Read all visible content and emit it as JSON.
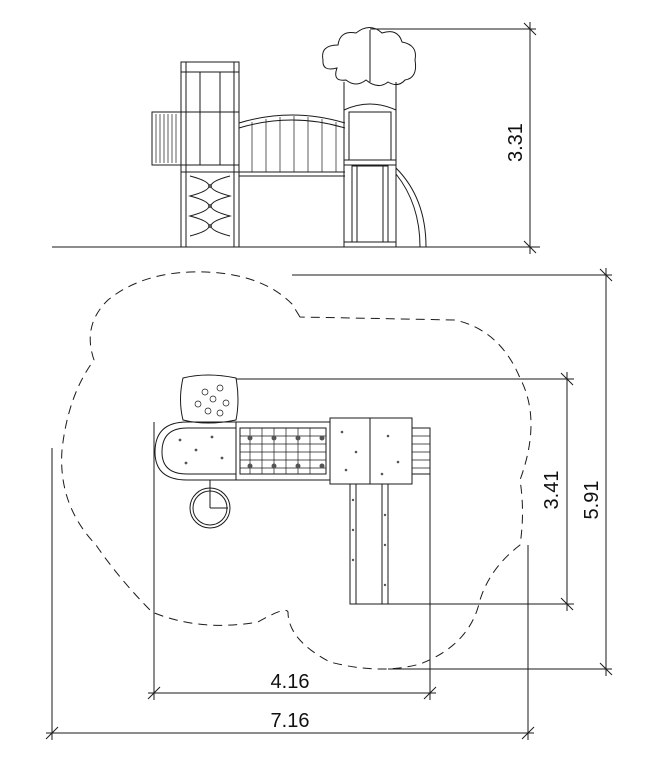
{
  "dimensions": {
    "elevation_height": "3.31",
    "plan_total_depth": "5.91",
    "plan_inner_depth": "3.41",
    "plan_inner_width": "4.16",
    "plan_total_width": "7.16"
  },
  "colors": {
    "line": "#1a1a1a",
    "background": "#ffffff"
  }
}
